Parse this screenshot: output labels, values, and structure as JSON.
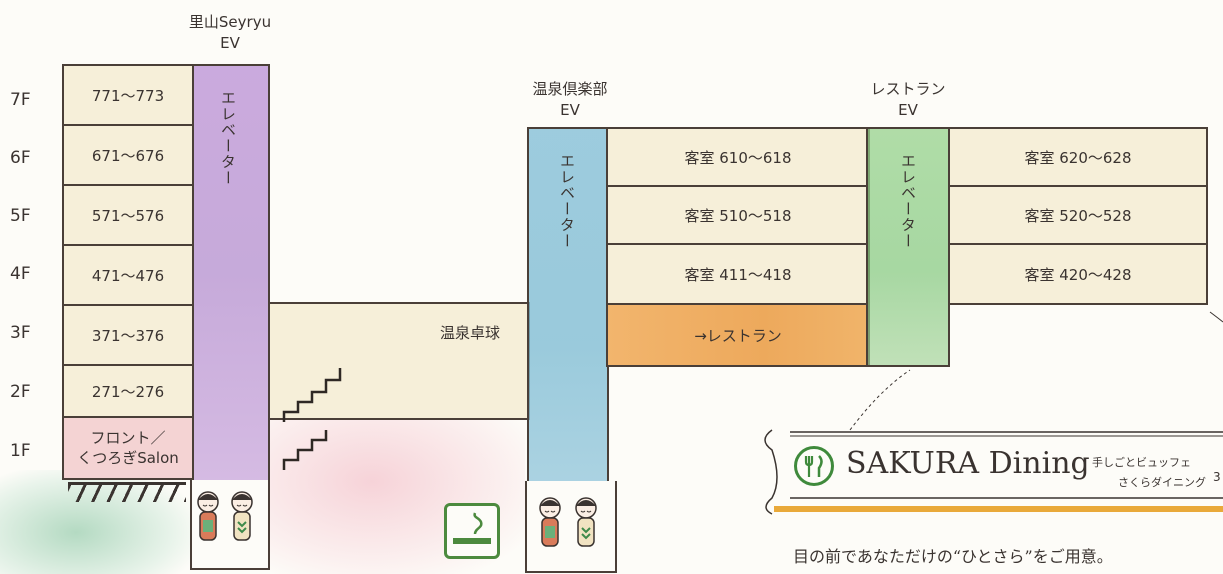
{
  "elevators": {
    "satoyama": {
      "line1": "里山Seyryu",
      "line2": "EV",
      "shaft_text": "エレベーター",
      "color": "#b58fcf"
    },
    "onsen": {
      "line1": "温泉倶楽部",
      "line2": "EV",
      "shaft_text": "エレベーター",
      "color": "#8cc3d9"
    },
    "restaurant": {
      "line1": "レストラン",
      "line2": "EV",
      "shaft_text": "エレベーター",
      "color": "#8fcf85"
    }
  },
  "floors": [
    "7F",
    "6F",
    "5F",
    "4F",
    "3F",
    "2F",
    "1F"
  ],
  "west_wing": {
    "rooms": [
      "771〜773",
      "671〜676",
      "571〜576",
      "471〜476",
      "371〜376",
      "271〜276"
    ],
    "front": {
      "line1": "フロント／",
      "line2": "くつろぎSalon"
    }
  },
  "middle": {
    "table_tennis": "温泉卓球"
  },
  "east_block_a": {
    "rooms": [
      "客室 610〜618",
      "客室 510〜518",
      "客室 411〜418"
    ],
    "restaurant_arrow": "→レストラン"
  },
  "east_block_b": {
    "rooms": [
      "客室 620〜628",
      "客室 520〜528",
      "客室 420〜428"
    ]
  },
  "dining": {
    "title": "SAKURA Dining",
    "sub1": "手しごとビュッフェ",
    "sub2": "さくらダイニング",
    "page_number": "3",
    "tagline": "目の前であなただけの“ひとさら”をご用意。",
    "accent": "#e9a93a",
    "icon_color": "#3f8a3c"
  },
  "colors": {
    "room_fill": "#f6efd9",
    "restaurant_fill": "#f0b36b",
    "front_fill": "#f4d3d3",
    "smoking_green": "#4c8a3e"
  },
  "icons": [
    "smoking-area-icon",
    "restaurant-cutlery-icon",
    "kokeshi-doll-icon"
  ]
}
